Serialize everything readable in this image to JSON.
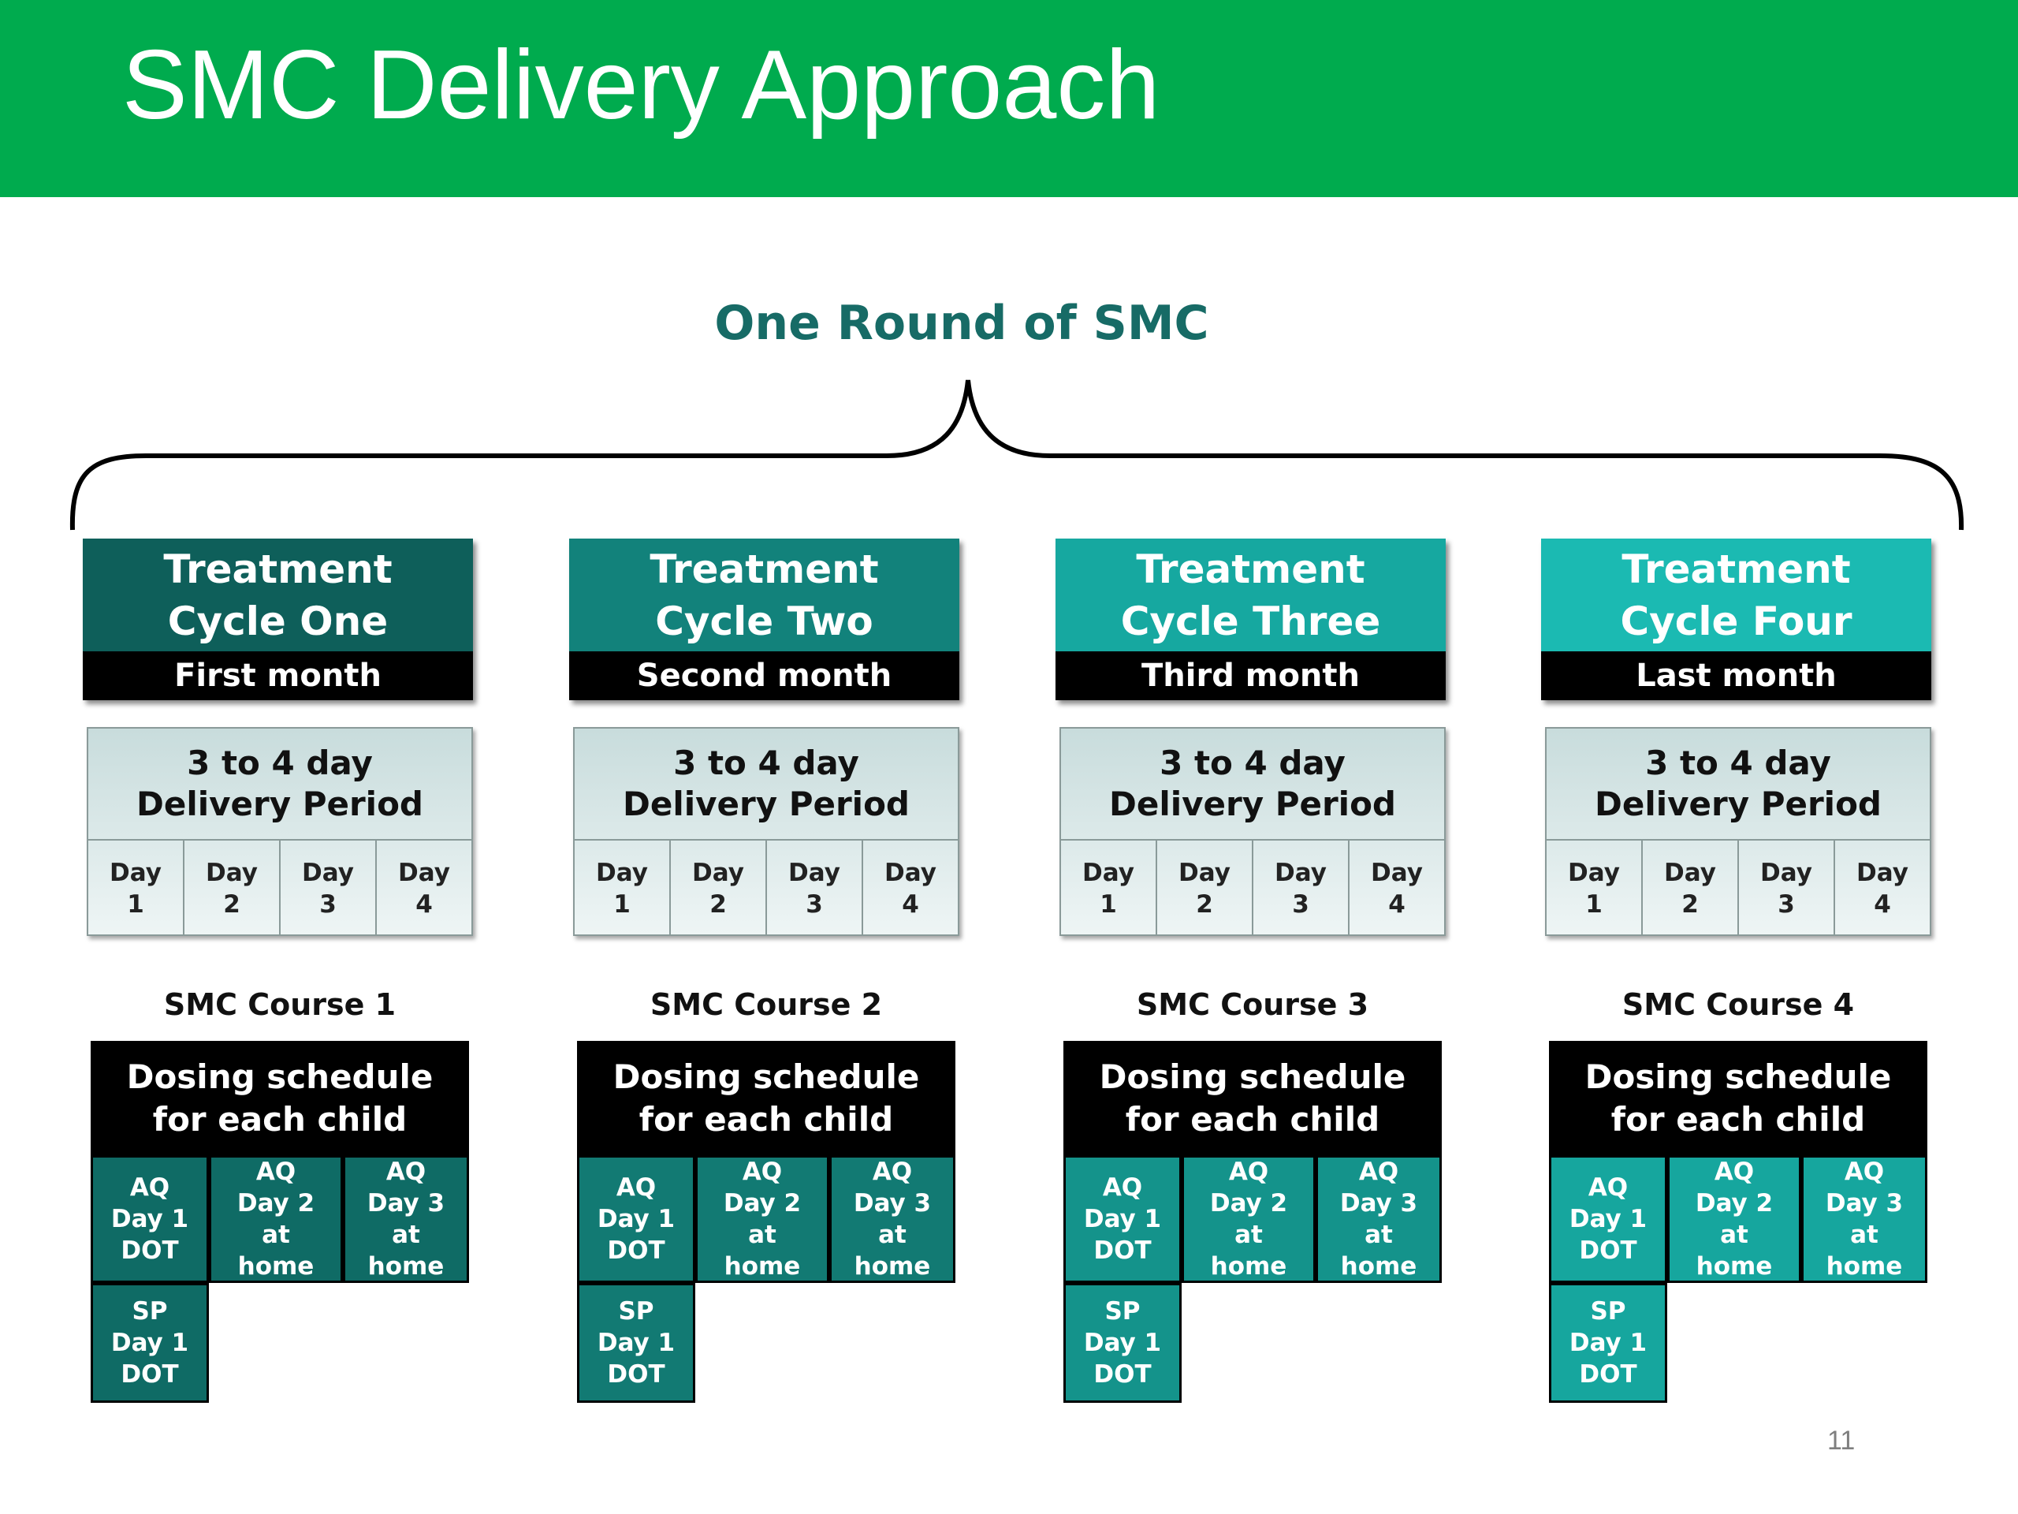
{
  "slide": {
    "title": "SMC Delivery Approach",
    "page_number": "11"
  },
  "diagram": {
    "round_title": "One Round of SMC",
    "cycles": [
      {
        "title": "Treatment\nCycle One",
        "month": "First month",
        "delivery_period": "3 to 4 day\nDelivery Period",
        "days": [
          [
            "Day",
            "1"
          ],
          [
            "Day",
            "2"
          ],
          [
            "Day",
            "3"
          ],
          [
            "Day",
            "4"
          ]
        ],
        "course_label": "SMC Course 1",
        "dosing_title": "Dosing schedule\nfor each child",
        "doses": [
          [
            "AQ",
            "Day 1",
            "DOT"
          ],
          [
            "AQ",
            "Day 2",
            "at",
            "home"
          ],
          [
            "AQ",
            "Day 3",
            "at",
            "home"
          ]
        ],
        "sp": [
          "SP",
          "Day 1",
          "DOT"
        ],
        "header_color": "#0e5f5a",
        "dose_color": "#0f6b65"
      },
      {
        "title": "Treatment\nCycle  Two",
        "month": "Second month",
        "delivery_period": "3 to 4 day\nDelivery Period",
        "days": [
          [
            "Day",
            "1"
          ],
          [
            "Day",
            "2"
          ],
          [
            "Day",
            "3"
          ],
          [
            "Day",
            "4"
          ]
        ],
        "course_label": "SMC Course 2",
        "dosing_title": "Dosing schedule\nfor each child",
        "doses": [
          [
            "AQ",
            "Day 1",
            "DOT"
          ],
          [
            "AQ",
            "Day 2",
            "at",
            "home"
          ],
          [
            "AQ",
            "Day 3",
            "at",
            "home"
          ]
        ],
        "sp": [
          "SP",
          "Day 1",
          "DOT"
        ],
        "header_color": "#12827b",
        "dose_color": "#127a73"
      },
      {
        "title": "Treatment\nCycle  Three",
        "month": "Third month",
        "delivery_period": "3 to 4 day\nDelivery Period",
        "days": [
          [
            "Day",
            "1"
          ],
          [
            "Day",
            "2"
          ],
          [
            "Day",
            "3"
          ],
          [
            "Day",
            "4"
          ]
        ],
        "course_label": "SMC Course 3",
        "dosing_title": "Dosing schedule\nfor each child",
        "doses": [
          [
            "AQ",
            "Day 1",
            "DOT"
          ],
          [
            "AQ",
            "Day 2",
            "at",
            "home"
          ],
          [
            "AQ",
            "Day 3",
            "at",
            "home"
          ]
        ],
        "sp": [
          "SP",
          "Day 1",
          "DOT"
        ],
        "header_color": "#16a8a0",
        "dose_color": "#14938b"
      },
      {
        "title": "Treatment\nCycle Four",
        "month": "Last month",
        "delivery_period": "3 to 4 day\nDelivery Period",
        "days": [
          [
            "Day",
            "1"
          ],
          [
            "Day",
            "2"
          ],
          [
            "Day",
            "3"
          ],
          [
            "Day",
            "4"
          ]
        ],
        "course_label": "SMC Course 4",
        "dosing_title": "Dosing schedule\nfor each child",
        "doses": [
          [
            "AQ",
            "Day 1",
            "DOT"
          ],
          [
            "AQ",
            "Day 2",
            "at",
            "home"
          ],
          [
            "AQ",
            "Day 3",
            "at",
            "home"
          ]
        ],
        "sp": [
          "SP",
          "Day 1",
          "DOT"
        ],
        "header_color": "#1bbab2",
        "dose_color": "#16a69e"
      }
    ]
  },
  "colors": {
    "header_bar": "#00ab4e",
    "round_title": "#176b66"
  }
}
